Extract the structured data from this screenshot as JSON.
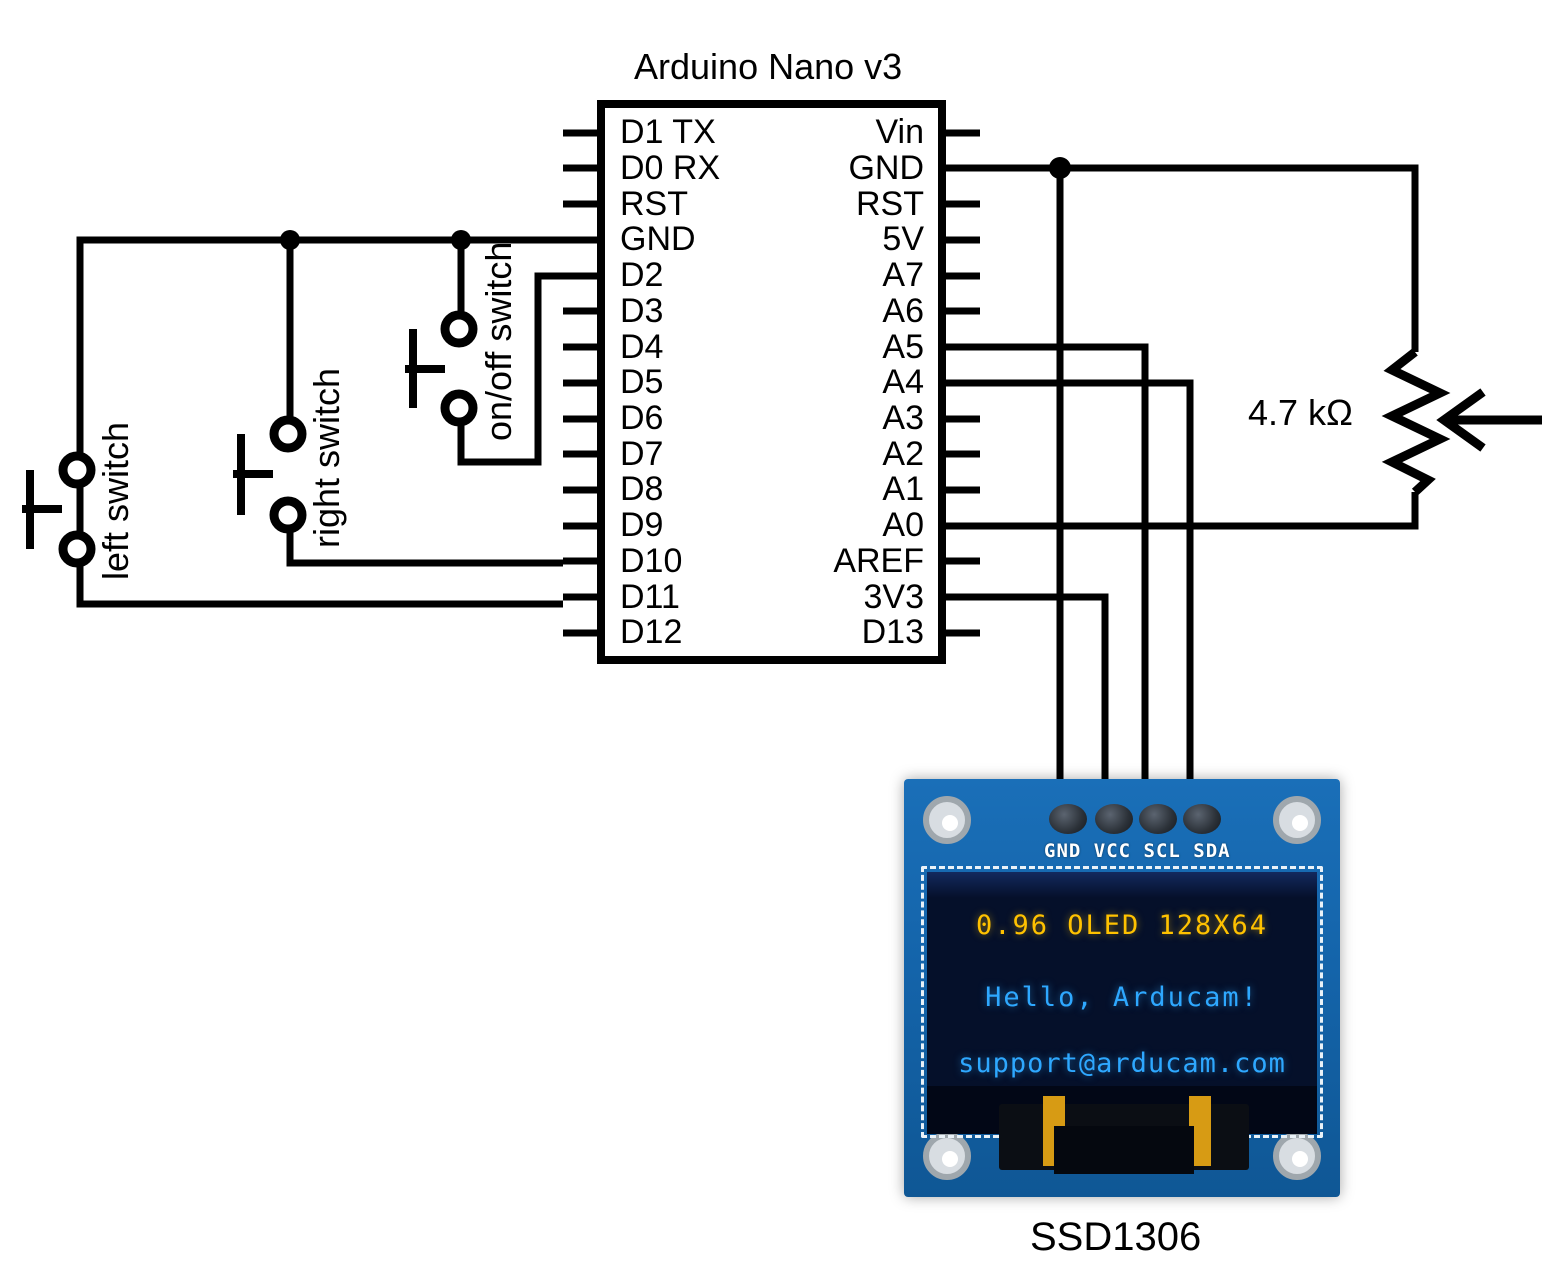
{
  "diagram": {
    "title": "Arduino Nano v3",
    "board_label": "SSD1306",
    "resistor_label": "4.7 kΩ"
  },
  "mcu": {
    "name": "Arduino Nano v3",
    "left_pins": [
      "D1 TX",
      "D0 RX",
      "RST",
      "GND",
      "D2",
      "D3",
      "D4",
      "D5",
      "D6",
      "D7",
      "D8",
      "D9",
      "D10",
      "D11",
      "D12"
    ],
    "right_pins": [
      "Vin",
      "GND",
      "RST",
      "5V",
      "A7",
      "A6",
      "A5",
      "A4",
      "A3",
      "A2",
      "A1",
      "A0",
      "AREF",
      "3V3",
      "D13"
    ]
  },
  "switches": [
    {
      "name": "left switch",
      "label": "left switch"
    },
    {
      "name": "right switch",
      "label": "right switch"
    },
    {
      "name": "on/off switch",
      "label": "on/off switch"
    }
  ],
  "potentiometer": {
    "value": "4.7 kΩ",
    "type": "potentiometer"
  },
  "oled": {
    "part": "SSD1306",
    "header_pins": [
      "GND",
      "VCC",
      "SCL",
      "SDA"
    ],
    "header_label": "GND VCC SCL SDA",
    "screen_lines": [
      {
        "text": "0.96 OLED 128X64",
        "color": "#ffc200"
      },
      {
        "text": "Hello, Arducam!",
        "color": "#2ea8ff"
      },
      {
        "text": "support@arducam.com",
        "color": "#2ea8ff"
      }
    ],
    "board_color": "#1464aa",
    "screen_color": "#05102a"
  },
  "colors": {
    "wire": "#000000",
    "background": "#ffffff",
    "oled_amber": "#ffc200",
    "oled_blue": "#2ea8ff"
  },
  "connections": [
    {
      "from": "GND (right)",
      "to": "potentiometer top"
    },
    {
      "from": "GND (right)",
      "to": "OLED GND"
    },
    {
      "from": "A5",
      "to": "OLED SCL"
    },
    {
      "from": "A4",
      "to": "OLED SDA"
    },
    {
      "from": "A0",
      "to": "potentiometer bottom"
    },
    {
      "from": "3V3",
      "to": "OLED VCC"
    },
    {
      "from": "GND (left)",
      "to": "switch common rail"
    },
    {
      "from": "D2",
      "to": "on/off switch"
    },
    {
      "from": "D10",
      "to": "right switch"
    },
    {
      "from": "D11",
      "to": "left switch"
    }
  ]
}
